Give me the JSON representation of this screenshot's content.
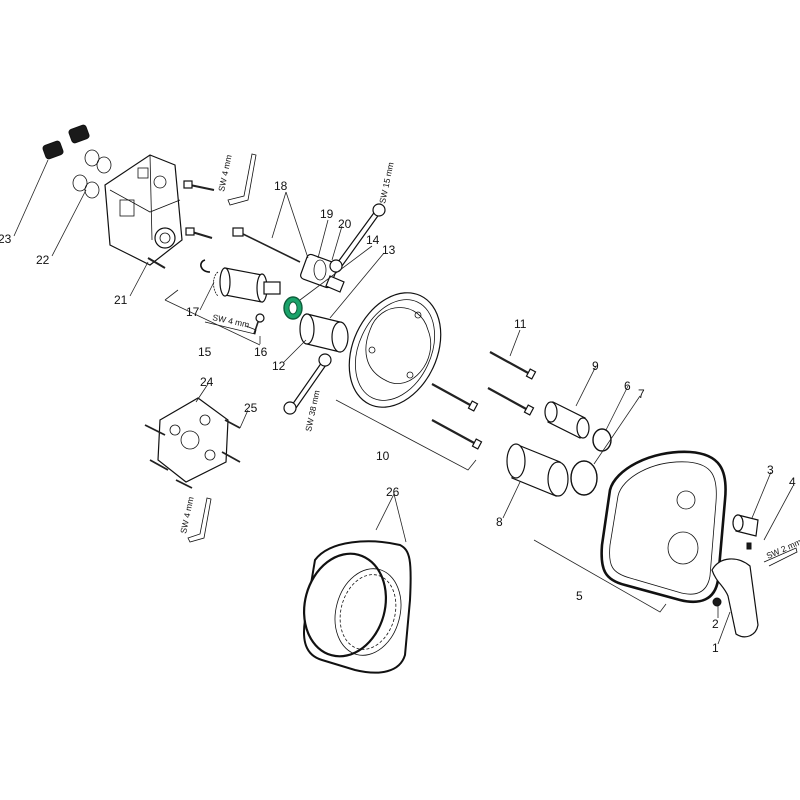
{
  "diagram": {
    "type": "exploded-parts-diagram",
    "part_labels": {
      "p1": "1",
      "p2": "2",
      "p3": "3",
      "p4": "4",
      "p5": "5",
      "p6": "6",
      "p7": "7",
      "p8": "8",
      "p9": "9",
      "p10": "10",
      "p11": "11",
      "p12": "12",
      "p13": "13",
      "p14": "14",
      "p15": "15",
      "p16": "16",
      "p17": "17",
      "p18": "18",
      "p19": "19",
      "p20": "20",
      "p21": "21",
      "p22": "22",
      "p23": "23",
      "p24": "24",
      "p25": "25",
      "p26": "26"
    },
    "tool_labels": {
      "sw4_top": "SW 4 mm",
      "sw15": "SW 15 mm",
      "sw4_cartridge": "SW 4 mm",
      "sw38": "SW 38 mm",
      "sw4_bottom": "SW 4 mm",
      "sw2": "SW 2 mm"
    },
    "colors": {
      "outline": "#111111",
      "highlight_ring": "#1aa36a"
    }
  }
}
